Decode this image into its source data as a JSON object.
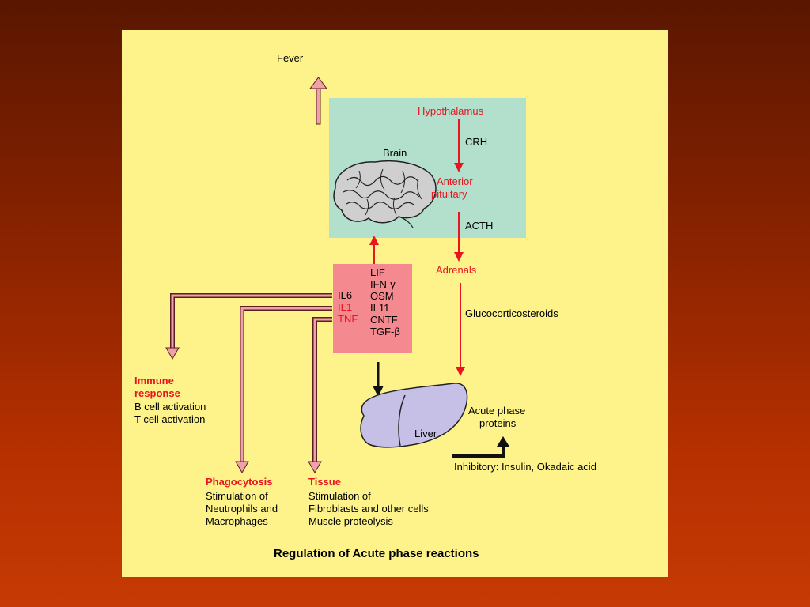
{
  "title": "Regulation of Acute phase reactions",
  "fever": "Fever",
  "hypothalamus": "Hypothalamus",
  "crh": "CRH",
  "brain": "Brain",
  "anterior": "Anterior",
  "pituitary": "pituitary",
  "acth": "ACTH",
  "adrenals": "Adrenals",
  "glucocorticosteroids": "Glucocorticosteroids",
  "cytokines_left": [
    "IL6",
    "IL1",
    "TNF"
  ],
  "cytokines_right": [
    "LIF",
    "IFN-γ",
    "OSM",
    "IL11",
    "CNTF",
    "TGF-β"
  ],
  "liver": "Liver",
  "acute_phase": [
    "Acute phase",
    "proteins"
  ],
  "inhibitory": "Inhibitory: Insulin, Okadaic acid",
  "immune": {
    "heading": [
      "Immune",
      "response"
    ],
    "lines": [
      "B cell activation",
      "T cell activation"
    ]
  },
  "phagocytosis": {
    "heading": "Phagocytosis",
    "lines": [
      "Stimulation of",
      "Neutrophils and",
      "Macrophages"
    ]
  },
  "tissue": {
    "heading": "Tissue",
    "lines": [
      "Stimulation of",
      "Fibroblasts and other cells",
      "Muscle proteolysis"
    ]
  },
  "colors": {
    "red": "#e8141e",
    "pink_arrow": "#f0a0a8",
    "brain_box": "#b3e0cd",
    "cytokine_box": "#f48a8f",
    "liver": "#c6c0e6",
    "panel": "#fdf38a"
  }
}
